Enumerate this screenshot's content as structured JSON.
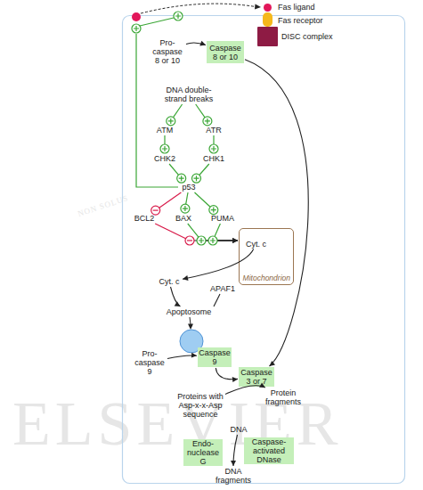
{
  "diagram": {
    "nodes": [
      {
        "text": [
          "Pro-caspase 8 or 10"
        ]
      },
      {
        "text": [
          "Caspase 8 or 10"
        ]
      },
      {
        "text": [
          "DNA double-strand breaks"
        ]
      },
      {
        "text": [
          "ATM"
        ]
      },
      {
        "text": [
          "ATR"
        ]
      },
      {
        "text": [
          "CHK2"
        ]
      },
      {
        "text": [
          "CHK1"
        ]
      },
      {
        "text": [
          "p53"
        ]
      },
      {
        "text": [
          "BCL2"
        ]
      },
      {
        "text": [
          "BAX"
        ]
      },
      {
        "text": [
          "PUMA"
        ]
      },
      {
        "text": [
          "Mitochondrion"
        ]
      },
      {
        "text": [
          "Cyt. c"
        ],
        "in": 11
      },
      {
        "text": [
          "Cyt. c"
        ]
      },
      {
        "text": [
          "APAF1"
        ]
      },
      {
        "text": [
          "Apoptosome"
        ]
      },
      {
        "text": [
          "Pro-caspase 9"
        ]
      },
      {
        "text": [
          "Caspase 9"
        ]
      },
      {
        "text": [
          "Caspase 3 or 7"
        ]
      },
      {
        "text": [
          "Proteins with Asp-x-x-Asp sequence"
        ]
      },
      {
        "text": [
          "Protein fragments"
        ]
      },
      {
        "text": [
          "DNA"
        ]
      },
      {
        "text": [
          "Endo-nuclease G"
        ]
      },
      {
        "text": [
          "Caspase-activated DNase"
        ]
      },
      {
        "text": [
          "DNA fragments"
        ]
      }
    ],
    "edges": [
      {
        "from": 0,
        "to": 1,
        "arrow": "to"
      },
      {
        "from": 1,
        "to": 18,
        "arrow": "to"
      },
      {
        "from": 2,
        "to": 3,
        "arrow": "to"
      },
      {
        "from": 2,
        "to": 4,
        "arrow": "to"
      },
      {
        "from": 3,
        "to": 5,
        "arrow": "to"
      },
      {
        "from": 4,
        "to": 6,
        "arrow": "to"
      },
      {
        "from": 5,
        "to": 7,
        "arrow": "to"
      },
      {
        "from": 6,
        "to": 7,
        "arrow": "to"
      },
      {
        "from": 7,
        "to": 8,
        "arrow": "to"
      },
      {
        "from": 7,
        "to": 9,
        "arrow": "to"
      },
      {
        "from": 7,
        "to": 10,
        "arrow": "to"
      },
      {
        "from": 8,
        "to": 11,
        "arrow": "to"
      },
      {
        "from": 9,
        "to": 11,
        "arrow": "to"
      },
      {
        "from": 10,
        "to": 11,
        "arrow": "to"
      },
      {
        "from": 12,
        "to": 13,
        "arrow": "to"
      },
      {
        "from": 13,
        "to": 15,
        "arrow": "to"
      },
      {
        "from": 14,
        "to": 15,
        "arrow": "to"
      },
      {
        "from": 16,
        "to": 17,
        "arrow": "to"
      },
      {
        "from": 17,
        "to": 18,
        "arrow": "to"
      },
      {
        "from": 19,
        "to": 20,
        "arrow": "to"
      },
      {
        "from": 21,
        "to": 24,
        "arrow": "to"
      }
    ],
    "labels": [
      "NON SOLUS",
      "ELSEVIER"
    ],
    "legend": [
      {
        "text": "Fas ligand",
        "color": "#e2175a"
      },
      {
        "text": "Fas receptor",
        "color": "#f5b81c"
      },
      {
        "text": "DISC complex",
        "color": "#8e1b44"
      }
    ]
  }
}
